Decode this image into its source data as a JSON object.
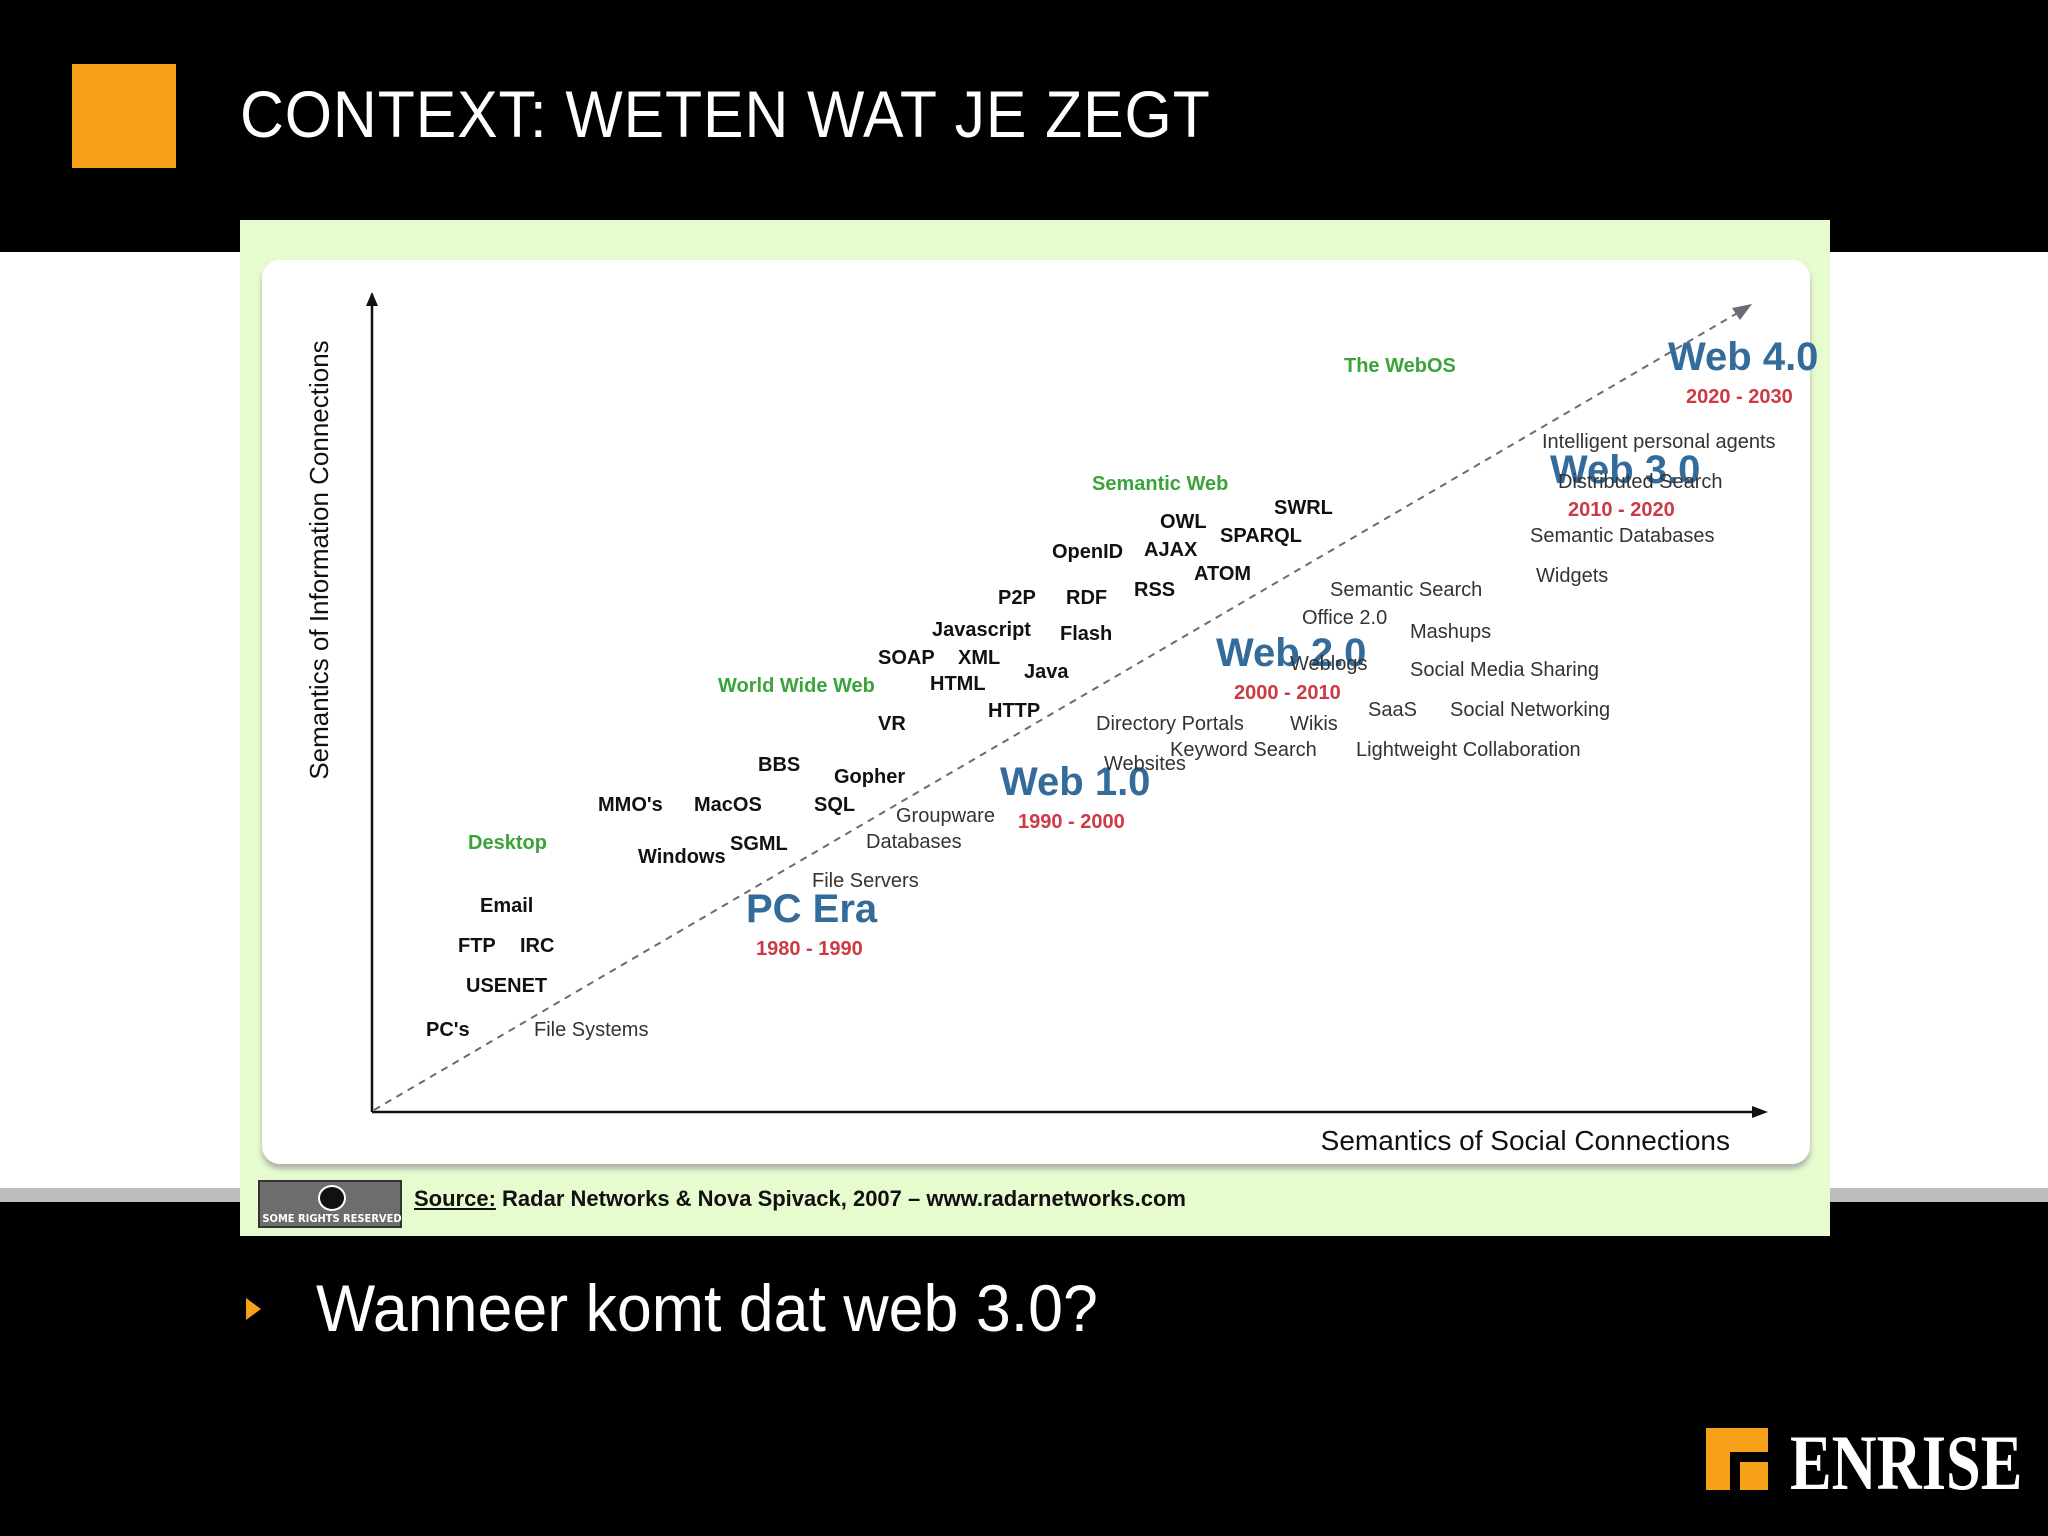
{
  "slide": {
    "title": "CONTEXT: WETEN WAT JE ZEGT",
    "bullet": "Wanneer komt dat web 3.0?",
    "brand": "ENRISE",
    "accent_color": "#f7a11a"
  },
  "figure": {
    "y_axis_label": "Semantics of Information Connections",
    "x_axis_label": "Semantics of Social Connections",
    "eras": [
      {
        "name": "PC Era",
        "years": "1980 - 1990"
      },
      {
        "name": "Web 1.0",
        "years": "1990 - 2000"
      },
      {
        "name": "Web 2.0",
        "years": "2000 - 2010"
      },
      {
        "name": "Web 3.0",
        "years": "2010 - 2020"
      },
      {
        "name": "Web 4.0",
        "years": "2020 - 2030"
      }
    ],
    "categories": [
      "Desktop",
      "World Wide Web",
      "Semantic Web",
      "The WebOS"
    ],
    "technologies": [
      "PC's",
      "USENET",
      "FTP",
      "IRC",
      "Email",
      "Windows",
      "SGML",
      "MMO's",
      "MacOS",
      "BBS",
      "SQL",
      "Gopher",
      "VR",
      "HTTP",
      "HTML",
      "XML",
      "SOAP",
      "Java",
      "Javascript",
      "P2P",
      "Flash",
      "RDF",
      "RSS",
      "ATOM",
      "OpenID",
      "AJAX",
      "OWL",
      "SPARQL",
      "SWRL"
    ],
    "applications": [
      "File Systems",
      "File Servers",
      "Databases",
      "Groupware",
      "Websites",
      "Directory Portals",
      "Keyword Search",
      "Wikis",
      "Weblogs",
      "Office 2.0",
      "Lightweight Collaboration",
      "SaaS",
      "Social Networking",
      "Social Media Sharing",
      "Mashups",
      "Semantic Search",
      "Widgets",
      "Semantic Databases",
      "Distributed Search",
      "Intelligent personal agents"
    ],
    "license": "SOME RIGHTS RESERVED",
    "source_label": "Source:",
    "source_text": "Radar Networks & Nova Spivack, 2007 – www.radarnetworks.com",
    "colors": {
      "era": "#336b9a",
      "years": "#cc3a45",
      "category": "#3aa33a",
      "tech": "#111111",
      "app": "#333333",
      "frame_bg": "#e6fcce"
    }
  }
}
